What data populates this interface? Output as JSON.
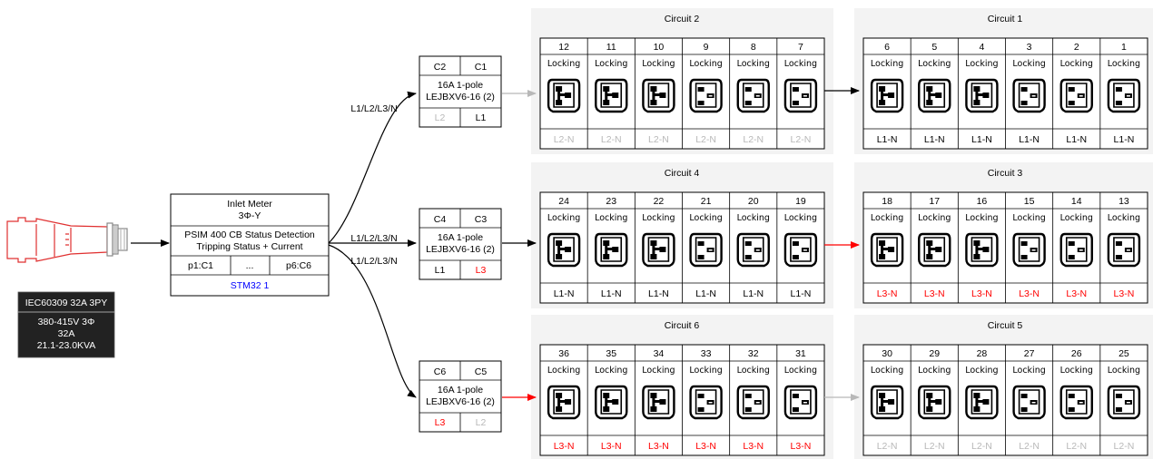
{
  "colors": {
    "panel_bg": "#f3f3f3",
    "border": "#000000",
    "red": "#ff0000",
    "gray": "#b8b8b8",
    "blue": "#0000ff",
    "dark_box": "#222222",
    "plug_red": "#e03030"
  },
  "inlet": {
    "icon": "iec60309-plug-icon",
    "label": "IEC60309 32A 3PY",
    "spec_lines": [
      "380-415V 3Φ",
      "32A",
      "21.1-23.0KVA"
    ]
  },
  "meter": {
    "title_lines": [
      "Inlet Meter",
      "3Φ-Y"
    ],
    "detection_lines": [
      "PSIM 400 CB Status Detection",
      "Tripping Status + Current"
    ],
    "ports": [
      "p1:C1",
      "...",
      "p6:C6"
    ],
    "controller": "STM32 1"
  },
  "feed_label": "L1/L2/L3/N",
  "breakers": [
    {
      "id": "breaker-c2-c1",
      "left_label": "C2",
      "right_label": "C1",
      "rating_lines": [
        "16A 1-pole",
        "LEJBXV6-16 (2)"
      ],
      "left_phase": "L2",
      "left_phase_color": "gray",
      "right_phase": "L1",
      "right_phase_color": "black"
    },
    {
      "id": "breaker-c4-c3",
      "left_label": "C4",
      "right_label": "C3",
      "rating_lines": [
        "16A 1-pole",
        "LEJBXV6-16 (2)"
      ],
      "left_phase": "L1",
      "left_phase_color": "black",
      "right_phase": "L3",
      "right_phase_color": "red"
    },
    {
      "id": "breaker-c6-c5",
      "left_label": "C6",
      "right_label": "C5",
      "rating_lines": [
        "16A 1-pole",
        "LEJBXV6-16 (2)"
      ],
      "left_phase": "L3",
      "left_phase_color": "red",
      "right_phase": "L2",
      "right_phase_color": "gray"
    }
  ],
  "circuits": [
    {
      "title": "Circuit 2",
      "outlets": [
        "12",
        "11",
        "10",
        "9",
        "8",
        "7"
      ],
      "mode": "Locking",
      "phase": "L2-N",
      "phase_color": "gray"
    },
    {
      "title": "Circuit 1",
      "outlets": [
        "6",
        "5",
        "4",
        "3",
        "2",
        "1"
      ],
      "mode": "Locking",
      "phase": "L1-N",
      "phase_color": "black"
    },
    {
      "title": "Circuit 4",
      "outlets": [
        "24",
        "23",
        "22",
        "21",
        "20",
        "19"
      ],
      "mode": "Locking",
      "phase": "L1-N",
      "phase_color": "black"
    },
    {
      "title": "Circuit 3",
      "outlets": [
        "18",
        "17",
        "16",
        "15",
        "14",
        "13"
      ],
      "mode": "Locking",
      "phase": "L3-N",
      "phase_color": "red"
    },
    {
      "title": "Circuit 6",
      "outlets": [
        "36",
        "35",
        "34",
        "33",
        "32",
        "31"
      ],
      "mode": "Locking",
      "phase": "L3-N",
      "phase_color": "red"
    },
    {
      "title": "Circuit 5",
      "outlets": [
        "30",
        "29",
        "28",
        "27",
        "26",
        "25"
      ],
      "mode": "Locking",
      "phase": "L2-N",
      "phase_color": "gray"
    }
  ],
  "outlet_pattern": [
    "c19",
    "c19",
    "c19",
    "c13",
    "c13",
    "c13"
  ]
}
